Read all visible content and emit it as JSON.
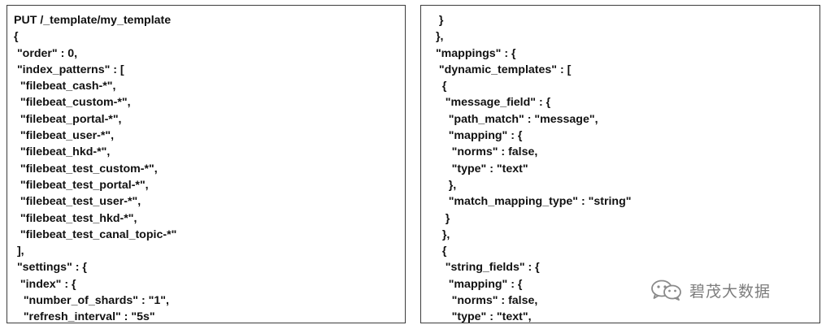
{
  "left_code": [
    "PUT /_template/my_template",
    "{",
    " \"order\" : 0,",
    " \"index_patterns\" : [",
    "  \"filebeat_cash-*\",",
    "  \"filebeat_custom-*\",",
    "  \"filebeat_portal-*\",",
    "  \"filebeat_user-*\",",
    "  \"filebeat_hkd-*\",",
    "  \"filebeat_test_custom-*\",",
    "  \"filebeat_test_portal-*\",",
    "  \"filebeat_test_user-*\",",
    "  \"filebeat_test_hkd-*\",",
    "  \"filebeat_test_canal_topic-*\"",
    " ],",
    " \"settings\" : {",
    "  \"index\" : {",
    "   \"number_of_shards\" : \"1\",",
    "   \"refresh_interval\" : \"5s\""
  ],
  "right_code": [
    "  }",
    " },",
    " \"mappings\" : {",
    "  \"dynamic_templates\" : [",
    "   {",
    "    \"message_field\" : {",
    "     \"path_match\" : \"message\",",
    "     \"mapping\" : {",
    "      \"norms\" : false,",
    "      \"type\" : \"text\"",
    "     },",
    "     \"match_mapping_type\" : \"string\"",
    "    }",
    "   },",
    "   {",
    "    \"string_fields\" : {",
    "     \"mapping\" : {",
    "      \"norms\" : false,",
    "      \"type\" : \"text\","
  ],
  "watermark": {
    "text": "碧茂大数据",
    "icon": "wechat-icon"
  }
}
